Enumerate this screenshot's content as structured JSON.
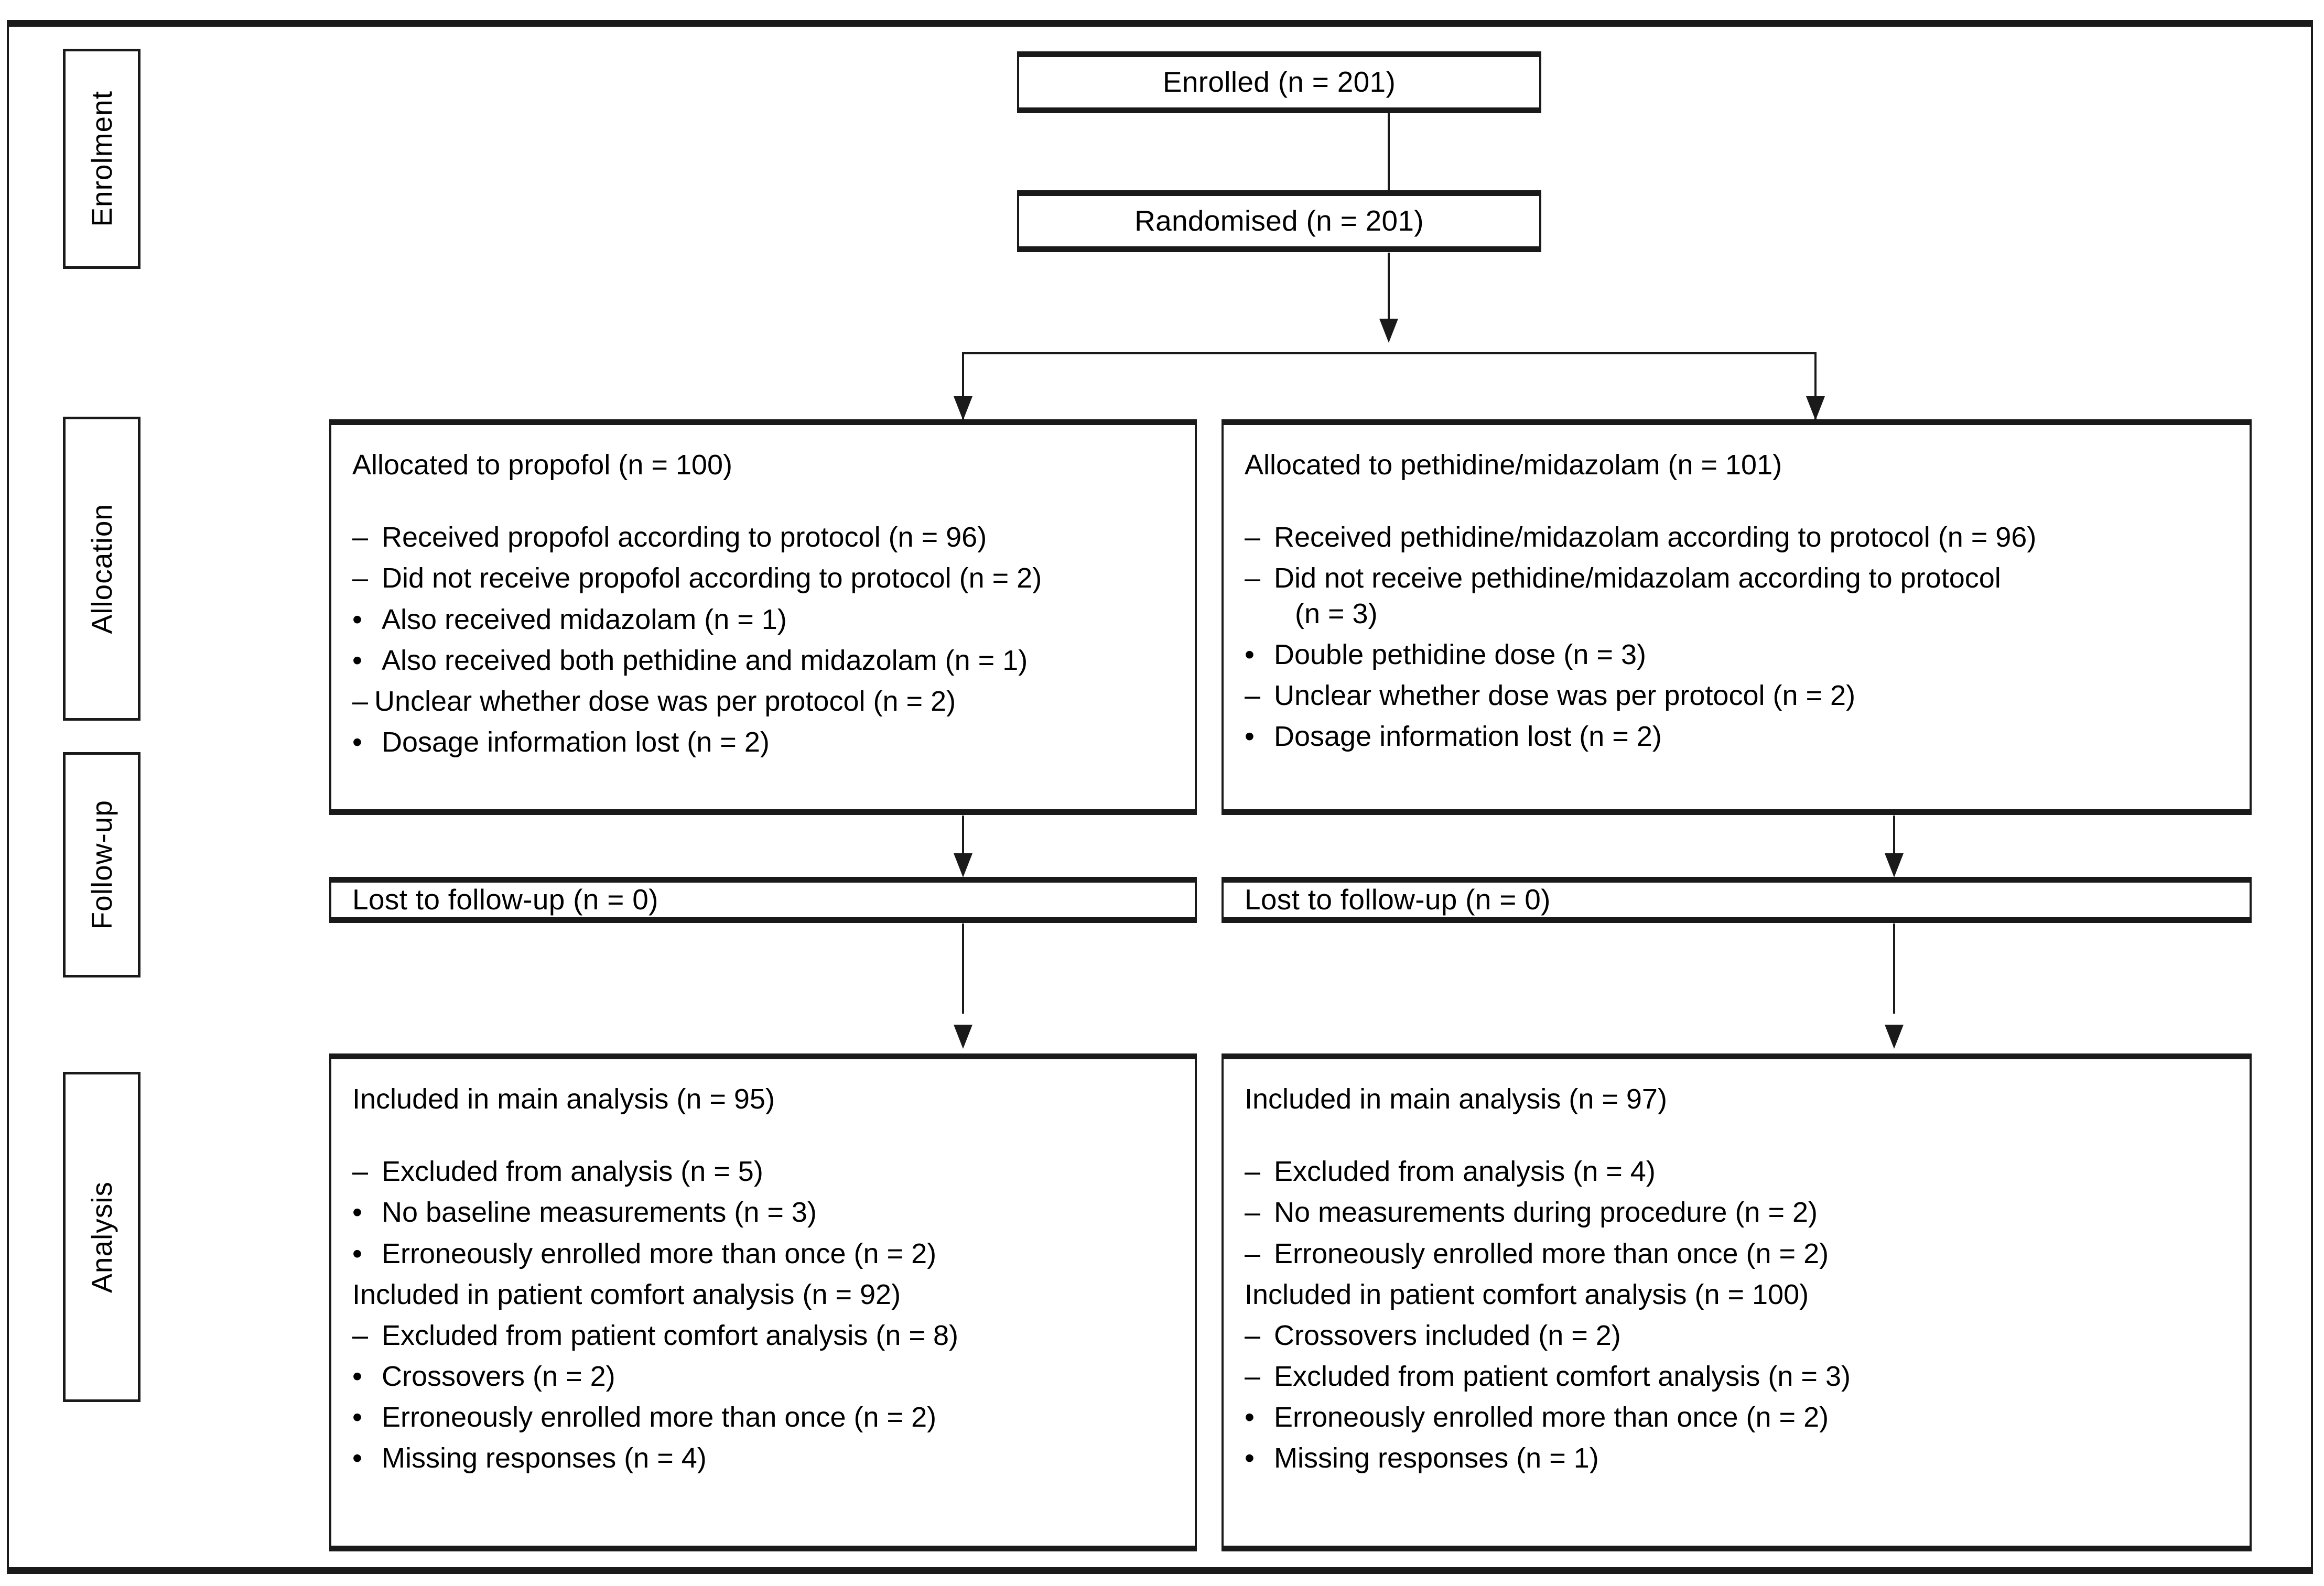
{
  "diagram": {
    "type": "consort-flow-diagram",
    "stages": [
      {
        "id": "enrolment",
        "label": "Enrolment"
      },
      {
        "id": "allocation",
        "label": "Allocation"
      },
      {
        "id": "followup",
        "label": "Follow-up"
      },
      {
        "id": "analysis",
        "label": "Analysis"
      }
    ],
    "enrolment": {
      "enrolled": "Enrolled (n = 201)",
      "randomised": "Randomised (n = 201)"
    },
    "arms": [
      {
        "id": "propofol",
        "allocation": {
          "title": "Allocated to propofol (n = 100)",
          "items": [
            {
              "marker": "dash",
              "text": "Received propofol according to protocol (n = 96)"
            },
            {
              "marker": "dash",
              "text": "Did not receive propofol according to protocol (n = 2)"
            },
            {
              "marker": "bullet",
              "text": "Also received midazolam (n = 1)"
            },
            {
              "marker": "bullet",
              "text": "Also received both pethidine and midazolam (n = 1)"
            },
            {
              "marker": "dash",
              "text": "Unclear whether dose was per protocol (n = 2)"
            },
            {
              "marker": "bullet",
              "text": "Dosage information lost (n = 2)"
            }
          ]
        },
        "followup": {
          "title": "Lost to follow-up (n = 0)"
        },
        "analysis": {
          "title": "Included in main analysis (n = 95)",
          "items": [
            {
              "marker": "dash",
              "text": "Excluded from analysis (n = 5)"
            },
            {
              "marker": "bullet",
              "text": "No baseline measurements (n = 3)"
            },
            {
              "marker": "bullet",
              "text": "Erroneously enrolled more than once (n = 2)"
            },
            {
              "marker": "none",
              "text": "Included in patient comfort analysis (n = 92)"
            },
            {
              "marker": "dash",
              "text": "Excluded from patient comfort analysis (n = 8)"
            },
            {
              "marker": "bullet",
              "text": "Crossovers (n = 2)"
            },
            {
              "marker": "bullet",
              "text": "Erroneously enrolled more than once (n = 2)"
            },
            {
              "marker": "bullet",
              "text": "Missing responses (n = 4)"
            }
          ]
        }
      },
      {
        "id": "pethidine-midazolam",
        "allocation": {
          "title": "Allocated to pethidine/midazolam (n = 101)",
          "items": [
            {
              "marker": "dash",
              "text": "Received pethidine/midazolam according to protocol (n = 96)"
            },
            {
              "marker": "dash",
              "text": "Did not receive pethidine/midazolam according to protocol"
            },
            {
              "marker": "cont",
              "text": "(n = 3)"
            },
            {
              "marker": "bullet",
              "text": "Double pethidine dose (n = 3)"
            },
            {
              "marker": "dash",
              "text": "Unclear whether dose was per protocol (n = 2)"
            },
            {
              "marker": "bullet",
              "text": "Dosage information lost (n = 2)"
            }
          ]
        },
        "followup": {
          "title": "Lost to follow-up (n = 0)"
        },
        "analysis": {
          "title": "Included in main analysis (n = 97)",
          "items": [
            {
              "marker": "dash",
              "text": "Excluded from analysis (n = 4)"
            },
            {
              "marker": "dash",
              "text": "No measurements during procedure (n = 2)"
            },
            {
              "marker": "dash",
              "text": "Erroneously enrolled more than once (n = 2)"
            },
            {
              "marker": "none",
              "text": "Included in patient comfort analysis (n = 100)"
            },
            {
              "marker": "dash",
              "text": "Crossovers included (n = 2)"
            },
            {
              "marker": "dash",
              "text": "Excluded from patient comfort analysis (n = 3)"
            },
            {
              "marker": "bullet",
              "text": "Erroneously enrolled more than once (n = 2)"
            },
            {
              "marker": "bullet",
              "text": "Missing responses (n = 1)"
            }
          ]
        }
      }
    ],
    "markers": {
      "dash": "–",
      "bullet": "•",
      "none": ""
    },
    "colors": {
      "ink": "#1a1a1a",
      "paper": "#ffffff"
    }
  }
}
